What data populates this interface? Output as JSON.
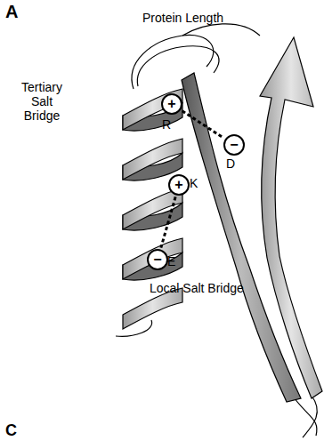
{
  "diagram": {
    "nodes": [
      {
        "text": [
          "+"
        ]
      },
      {
        "text": [
          "−"
        ]
      },
      {
        "text": [
          "+"
        ]
      },
      {
        "text": [
          "−"
        ]
      }
    ],
    "edges": [
      {
        "from": 0,
        "to": 1,
        "arrow": "none"
      },
      {
        "from": 2,
        "to": 3,
        "arrow": "none"
      }
    ],
    "labels": [
      "A",
      "Protein Length",
      "Tertiary Salt Bridge",
      "R",
      "D",
      "K",
      "E",
      "Local Salt Bridge",
      "C"
    ]
  }
}
